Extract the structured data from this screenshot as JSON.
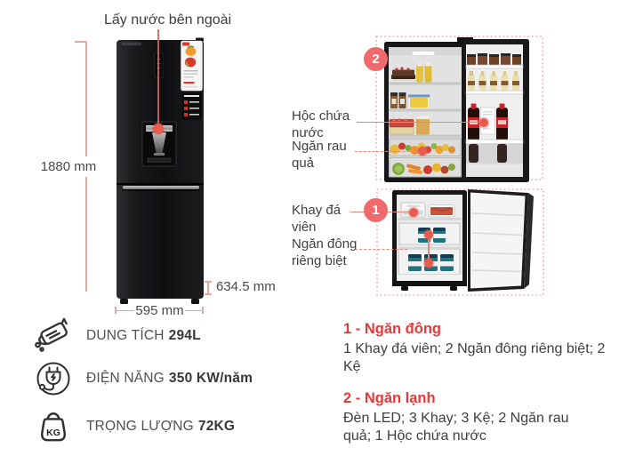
{
  "colors": {
    "accent": "#e23b3b",
    "coral": "#ee6a6c",
    "callout_line": "#e5897e",
    "dot": "#ea5b4f"
  },
  "left_figure": {
    "callout_label": "Lấy nước bên ngoài",
    "height_dim": "1880 mm",
    "width_dim": "595 mm",
    "depth_dim": "634.5 mm"
  },
  "right_figure": {
    "fridge_badge": "2",
    "freezer_badge": "1",
    "callout_water_box": "Hộc chứa nước",
    "callout_veg_drawer": "Ngăn rau quả",
    "callout_ice_tray": "Khay đá viên",
    "callout_freezer_box": "Ngăn đông riêng biệt"
  },
  "specs": {
    "items": [
      {
        "icon": "water-jug-icon",
        "label": "DUNG TÍCH",
        "value": "294L"
      },
      {
        "icon": "power-plug-icon",
        "label": "ĐIỆN NĂNG",
        "value": "350 KW/năm"
      },
      {
        "icon": "kettlebell-icon",
        "icon_text": "KG",
        "label": "TRỌNG LƯỢNG",
        "value": "72KG"
      }
    ]
  },
  "info": {
    "sections": [
      {
        "title": "1 - Ngăn đông",
        "desc": "1 Khay đá viên; 2 Ngăn đông riêng biệt; 2 Kệ"
      },
      {
        "title": "2 - Ngăn lạnh",
        "desc": "Đèn LED; 3 Khay; 3 Kệ; 2 Ngăn rau quả; 1 Hộc chứa nước"
      }
    ]
  }
}
